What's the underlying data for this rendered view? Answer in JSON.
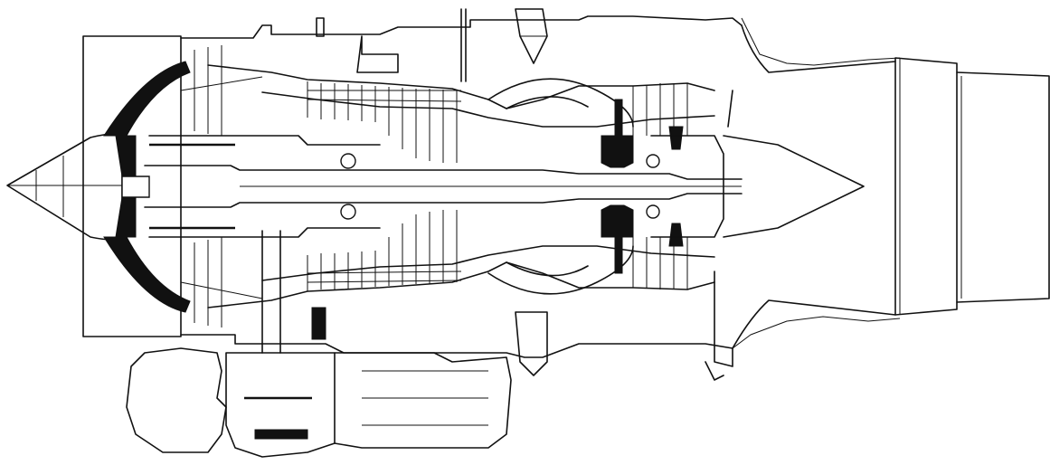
{
  "diagram": {
    "kind": "turbine-engine-cutaway",
    "line_color": "#111111",
    "background": "#ffffff",
    "sections": [
      {
        "name": "nose-cone"
      },
      {
        "name": "intake-fan"
      },
      {
        "name": "compressor"
      },
      {
        "name": "combustor"
      },
      {
        "name": "turbine"
      },
      {
        "name": "exhaust-cone"
      },
      {
        "name": "jet-pipe"
      },
      {
        "name": "accessory-gearbox"
      }
    ]
  }
}
